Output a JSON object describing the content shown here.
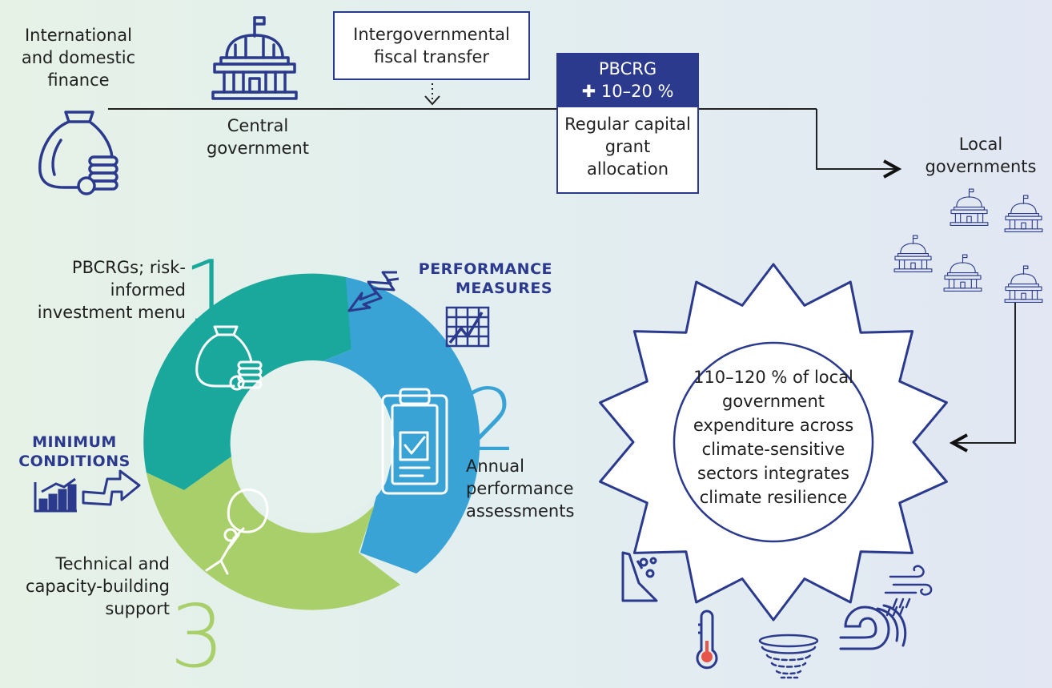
{
  "top_flow": {
    "finance_label": "International and domestic finance",
    "central_gov_label": "Central government",
    "transfer_label": "Intergovernmental fiscal transfer",
    "pbcrg_title": "PBCRG",
    "pbcrg_amount": "10–20 %",
    "regular_grant_label": "Regular capital grant allocation",
    "local_gov_label": "Local governments"
  },
  "cycle": {
    "step1_number": "1",
    "step1_label": "PBCRGs; risk-informed investment menu",
    "step2_number": "2",
    "step2_label": "Annual performance assessments",
    "step3_number": "3",
    "step3_label": "Technical and capacity-building support",
    "performance_measures": "PERFORMANCE MEASURES",
    "minimum_conditions": "MINIMUM CONDITIONS"
  },
  "outcome": {
    "text": "110–120 % of local government expenditure across climate-sensitive sectors integrates climate resilience"
  },
  "colors": {
    "navy": "#2b3a8c",
    "teal": "#1aa89c",
    "blue": "#3aa3d6",
    "green": "#a9cf6a"
  }
}
